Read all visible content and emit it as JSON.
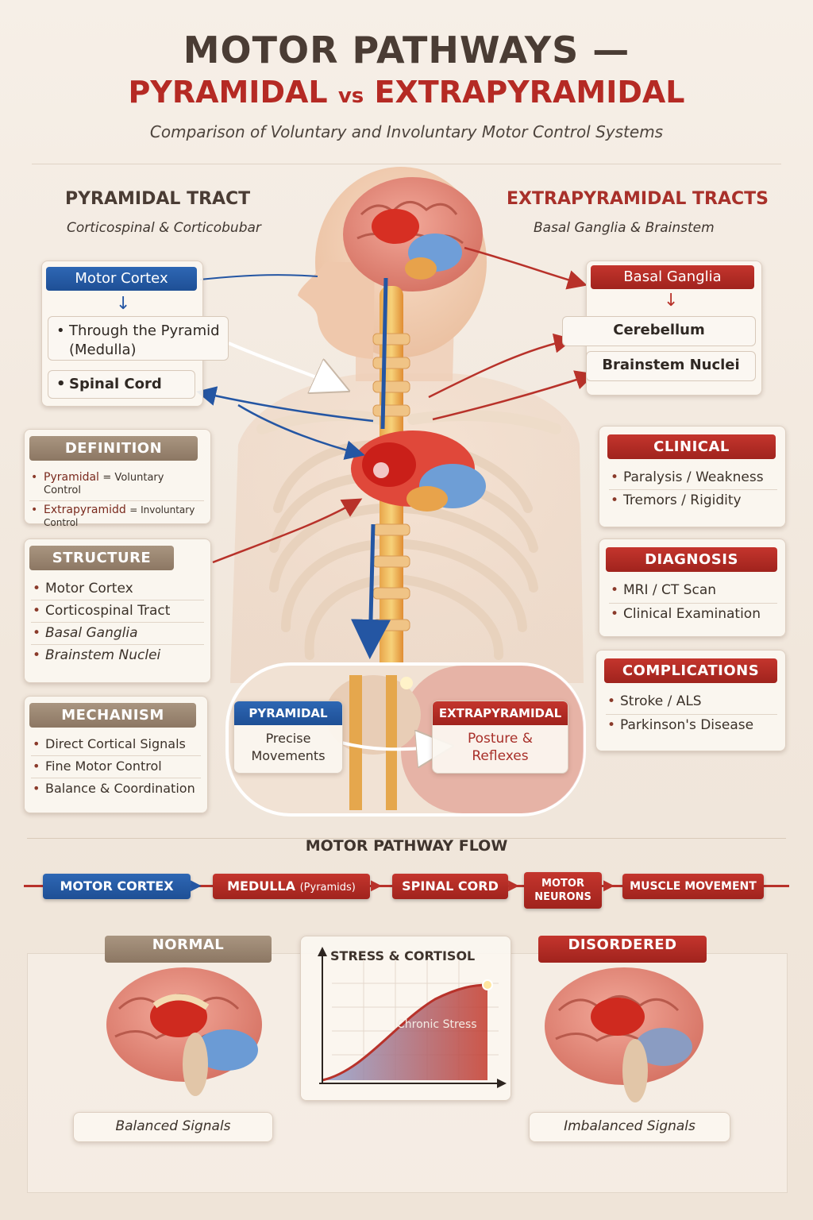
{
  "header": {
    "title_line1": "MOTOR PATHWAYS —",
    "title_pyramidal": "PYRAMIDAL",
    "title_vs": "vs",
    "title_extrapyramidal": "EXTRAPYRAMIDAL",
    "subtitle": "Comparison of Voluntary and Involuntary Motor Control Systems"
  },
  "left_header": {
    "title": "PYRAMIDAL TRACT",
    "subtitle": "Corticospinal & Corticobubar"
  },
  "right_header": {
    "title": "EXTRAPYRAMIDAL TRACTS",
    "subtitle": "Basal Ganglia & Brainstem"
  },
  "pyramidal_flow": {
    "top": "Motor Cortex",
    "middle": "Through the Pyramid (Medulla)",
    "bottom": "Spinal Cord"
  },
  "extrapyramidal_flow": {
    "top": "Basal Ganglia",
    "middle": "Cerebellum",
    "bottom": "Brainstem Nuclei"
  },
  "definition": {
    "title": "DEFINITION",
    "items": [
      {
        "term": "Pyramidal",
        "desc": "= Voluntary Control"
      },
      {
        "term": "Extrapyramidd",
        "desc": "= Involuntary Control"
      }
    ]
  },
  "structure": {
    "title": "STRUCTURE",
    "items": [
      "Motor Cortex",
      "Corticospinal Tract",
      "Basal Ganglia",
      "Brainstem Nuclei"
    ]
  },
  "mechanism": {
    "title": "MECHANISM",
    "items": [
      "Direct Cortical Signals",
      "Fine Motor Control",
      "Balance & Coordination"
    ]
  },
  "clinical": {
    "title": "CLINICAL",
    "items": [
      "Paralysis / Weakness",
      "Tremors / Rigidity"
    ]
  },
  "diagnosis": {
    "title": "DIAGNOSIS",
    "items": [
      "MRI / CT Scan",
      "Clinical Examination"
    ]
  },
  "complications": {
    "title": "COMPLICATIONS",
    "items": [
      "Stroke / ALS",
      "Parkinson's Disease"
    ]
  },
  "inset": {
    "pyramidal_label": "PYRAMIDAL",
    "pyramidal_text": "Precise Movements",
    "extrapyramidal_label": "EXTRAPYRAMIDAL",
    "extrapyramidal_text": "Posture & Reflexes"
  },
  "flow": {
    "title": "MOTOR PATHWAY FLOW",
    "steps": [
      {
        "label": "MOTOR CORTEX"
      },
      {
        "label": "MEDULLA",
        "sub": "(Pyramids)"
      },
      {
        "label": "SPINAL CORD"
      },
      {
        "label": "MOTOR NEURONS"
      },
      {
        "label": "MUSCLE MOVEMENT"
      }
    ]
  },
  "bottom": {
    "normal_label": "NORMAL",
    "normal_caption": "Balanced Signals",
    "disordered_label": "DISORDERED",
    "disordered_caption": "Imbalanced Signals",
    "graph_title": "STRESS & CORTISOL",
    "graph_curve_label": "Chronic Stress"
  },
  "colors": {
    "pyramidal_blue": "#1e4f95",
    "extrapyramidal_red": "#b52a24",
    "tan": "#9a8570",
    "spine_orange": "#e9a03a"
  }
}
